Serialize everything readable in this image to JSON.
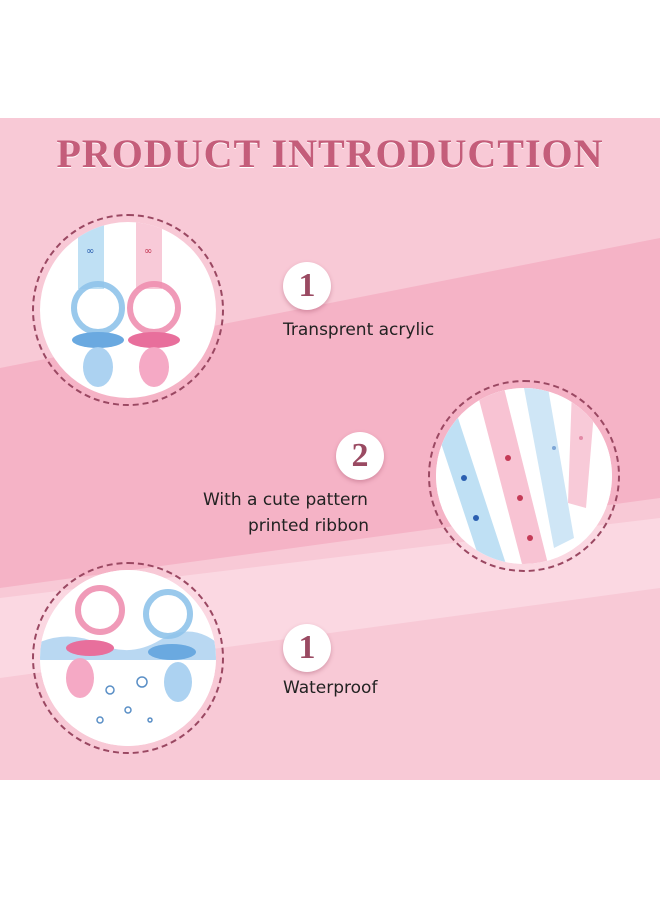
{
  "page": {
    "title": "PRODUCT INTRODUCTION"
  },
  "features": [
    {
      "number": "1",
      "text": "Transprent acrylic"
    },
    {
      "number": "2",
      "line1": "With a cute pattern",
      "line2": "printed ribbon"
    },
    {
      "number": "1",
      "text": "Waterproof"
    }
  ],
  "colors": {
    "background": "#f8c9d6",
    "band": "#f6bccc",
    "title": "#c45d7a",
    "circle_border": "#9a4862",
    "number_text": "#9a4a62",
    "pacifier_blue": "#8fc3ea",
    "pacifier_pink": "#ee8fb0"
  }
}
